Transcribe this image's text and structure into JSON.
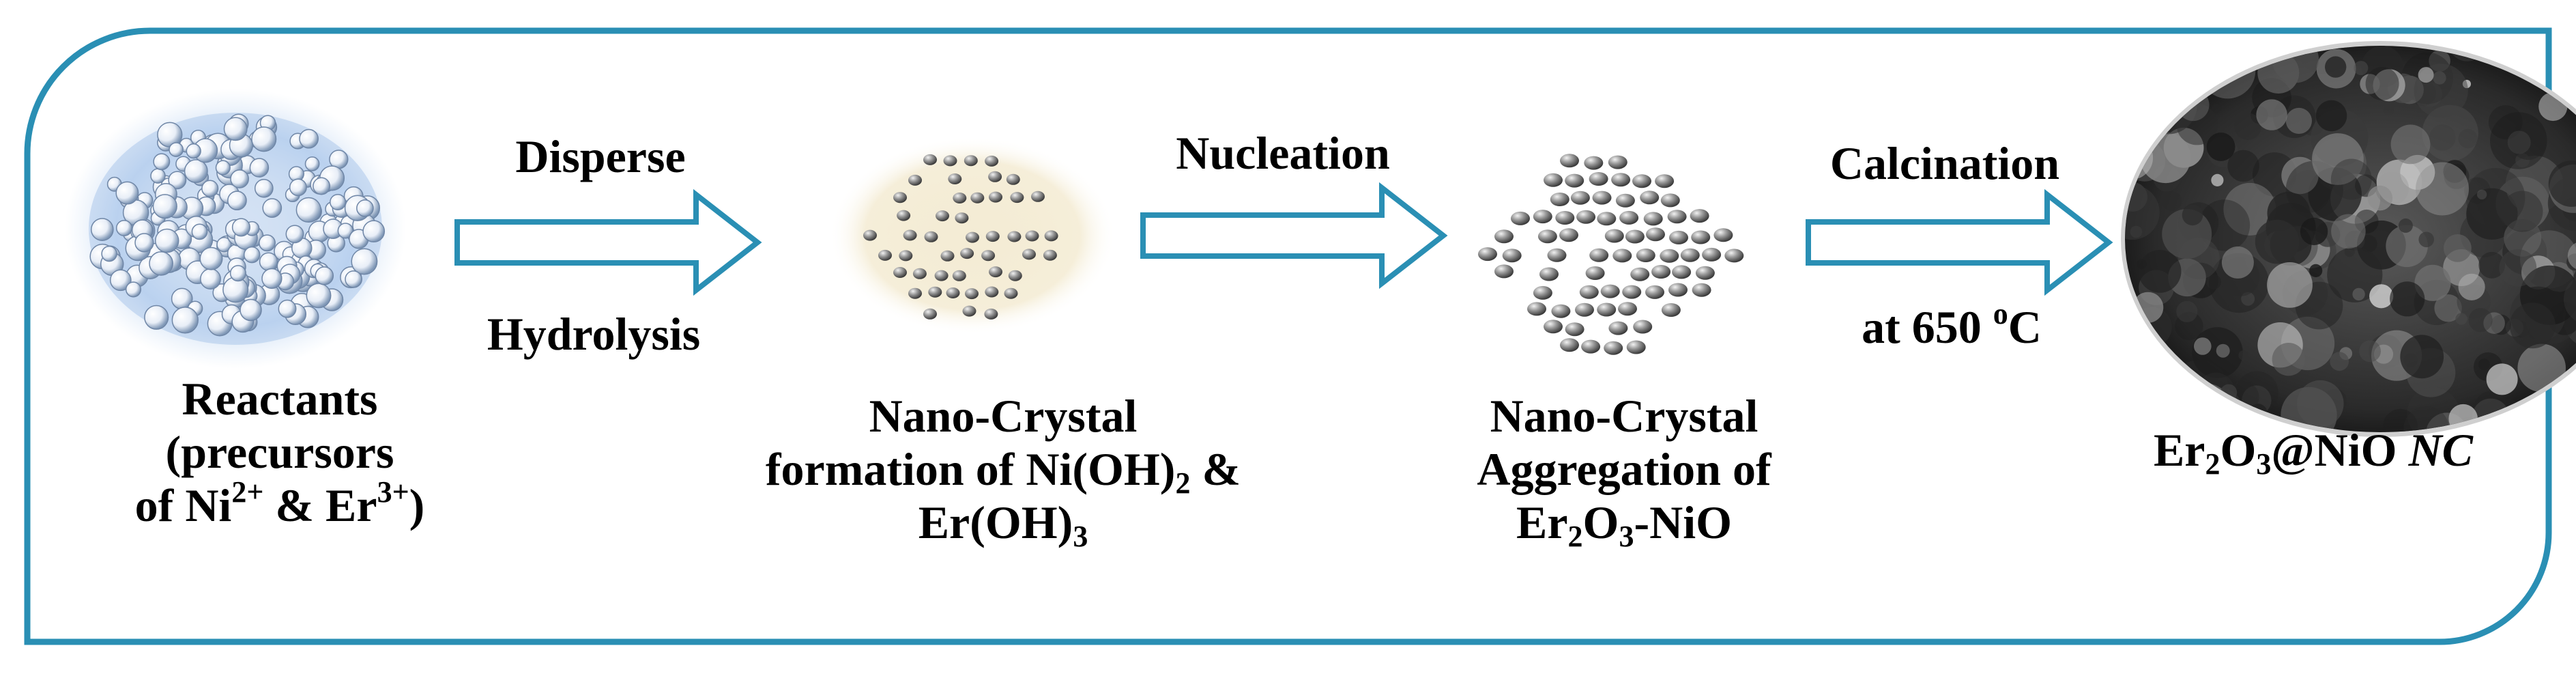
{
  "colors": {
    "frame": "#2a8fb4",
    "arrow_stroke": "#2a8fb4",
    "arrow_fill": "#ffffff",
    "reactant_glow": "#8fb9e6",
    "crystal_glow": "#e6d8a8",
    "sphere": "#8a8a8a",
    "product_dark": "#1e1e1e"
  },
  "icons": [
    "reactant-cluster-icon",
    "nanocrystal-icon",
    "aggregate-icon",
    "product-disc-icon"
  ],
  "steps": {
    "step1_top": "Disperse",
    "step1_bottom": "Hydrolysis",
    "step2_top": "Nucleation",
    "step3_top": "Calcination",
    "step3_bottom_prefix": "at 650 ",
    "step3_bottom_sup": "o",
    "step3_bottom_suffix": "C"
  },
  "labels": {
    "reactants_line1": "Reactants",
    "reactants_line2": "(precursors",
    "reactants_line3_a": "of  Ni",
    "reactants_line3_sup1": "2+",
    "reactants_line3_b": " & Er",
    "reactants_line3_sup2": "3+",
    "reactants_line3_c": ")",
    "nano1_line1": "Nano-Crystal",
    "nano1_line2_a": "formation of Ni(OH)",
    "nano1_line2_sub": "2",
    "nano1_line2_b": " &",
    "nano1_line3_a": "Er(OH)",
    "nano1_line3_sub": "3",
    "nano2_line1": "Nano-Crystal",
    "nano2_line2": "Aggregation of",
    "nano2_line3_a": "Er",
    "nano2_line3_sub1": "2",
    "nano2_line3_b": "O",
    "nano2_line3_sub2": "3",
    "nano2_line3_c": "-NiO",
    "product_a": "Er",
    "product_sub1": "2",
    "product_b": "O",
    "product_sub2": "3",
    "product_c": "@NiO ",
    "product_d": "NC"
  }
}
